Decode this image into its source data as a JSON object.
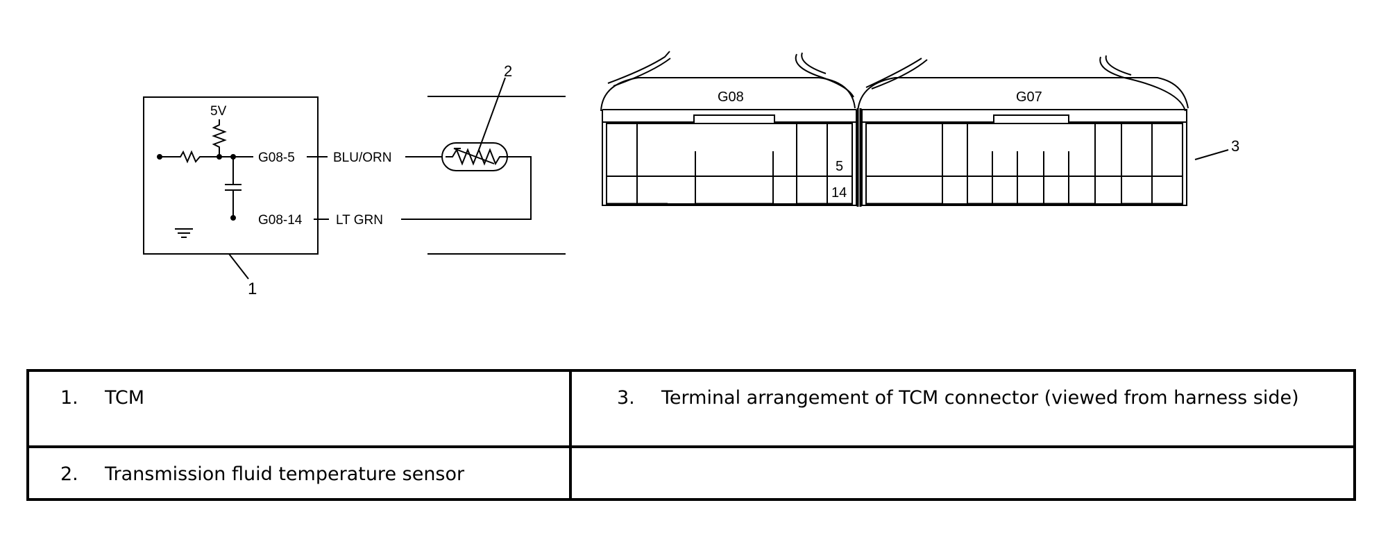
{
  "circuit": {
    "supply": "5V",
    "pin_a": "G08-5",
    "pin_b": "G08-14",
    "wire_a": "BLU/ORN",
    "wire_b": "LT GRN"
  },
  "callouts": {
    "c1": "1",
    "c2": "2",
    "c3": "3"
  },
  "connectors": {
    "left_name": "G08",
    "right_name": "G07",
    "terminal_upper": "5",
    "terminal_lower": "14"
  },
  "legend": {
    "items": [
      {
        "num": "1.",
        "text": "TCM"
      },
      {
        "num": "2.",
        "text": "Transmission fluid temperature sensor"
      },
      {
        "num": "3.",
        "text": "Terminal arrangement of TCM connector (viewed from harness side)"
      }
    ]
  }
}
